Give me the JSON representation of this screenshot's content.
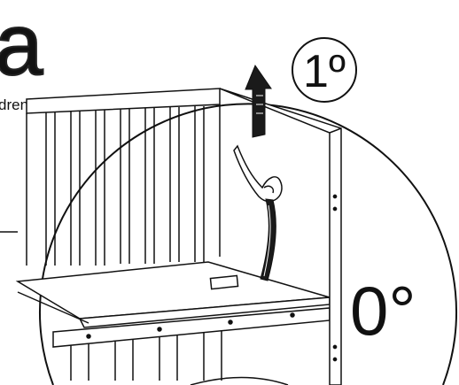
{
  "logo": {
    "letter": "a",
    "tail_text": "dren"
  },
  "step_label": "1º",
  "setting_label": "0°",
  "icons": [
    "lift-arrow-icon",
    "hand-icon",
    "strap-handle-icon"
  ],
  "colors": {
    "line": "#111111",
    "background": "#ffffff",
    "arrow_fill": "#1a1a1a"
  }
}
